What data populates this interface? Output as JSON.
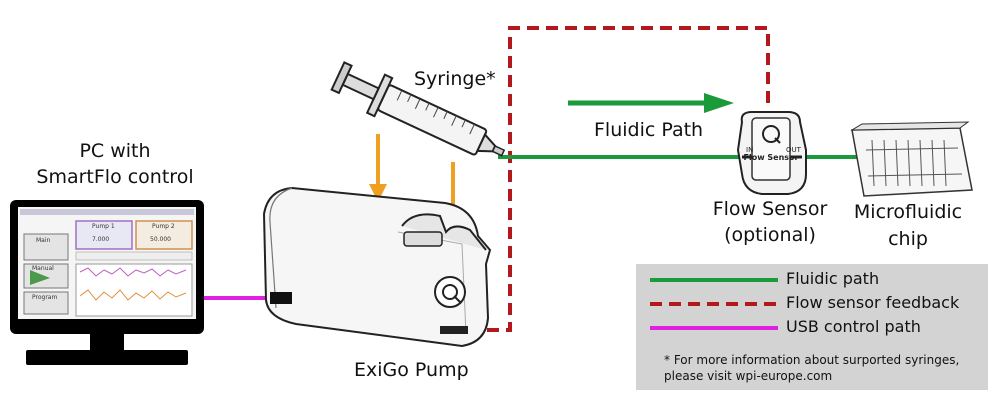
{
  "labels": {
    "pc_line1": "PC with",
    "pc_line2": "SmartFlo control",
    "syringe": "Syringe*",
    "fluidic_path": "Fluidic Path",
    "flow_sensor_line1": "Flow Sensor",
    "flow_sensor_line2": "(optional)",
    "microfluidic_line1": "Microfluidic",
    "microfluidic_line2": "chip",
    "pump": "ExiGo Pump",
    "sensor_face": "Flow Sensor",
    "sensor_in": "IN",
    "sensor_out": "OUT"
  },
  "screen": {
    "pump1": "Pump 1",
    "pump2": "Pump 2",
    "rate1": "7.000",
    "rate2": "50.000",
    "box1": "Main",
    "box2": "Manual",
    "box3": "Program"
  },
  "legend": {
    "items": [
      {
        "label": "Fluidic path",
        "style": "solid",
        "color": "#1a9a3a"
      },
      {
        "label": "Flow sensor feedback",
        "style": "dashed",
        "color": "#b3191c"
      },
      {
        "label": "USB control path",
        "style": "solid",
        "color": "#e020e0"
      }
    ],
    "note_line1": "* For more information about surported syringes,",
    "note_line2": "please visit wpi-europe.com"
  },
  "colors": {
    "fluidic": "#1a9a3a",
    "feedback": "#b3191c",
    "usb": "#e020e0",
    "arrow": "#f0a020",
    "legend_bg": "#d3d3d3"
  }
}
